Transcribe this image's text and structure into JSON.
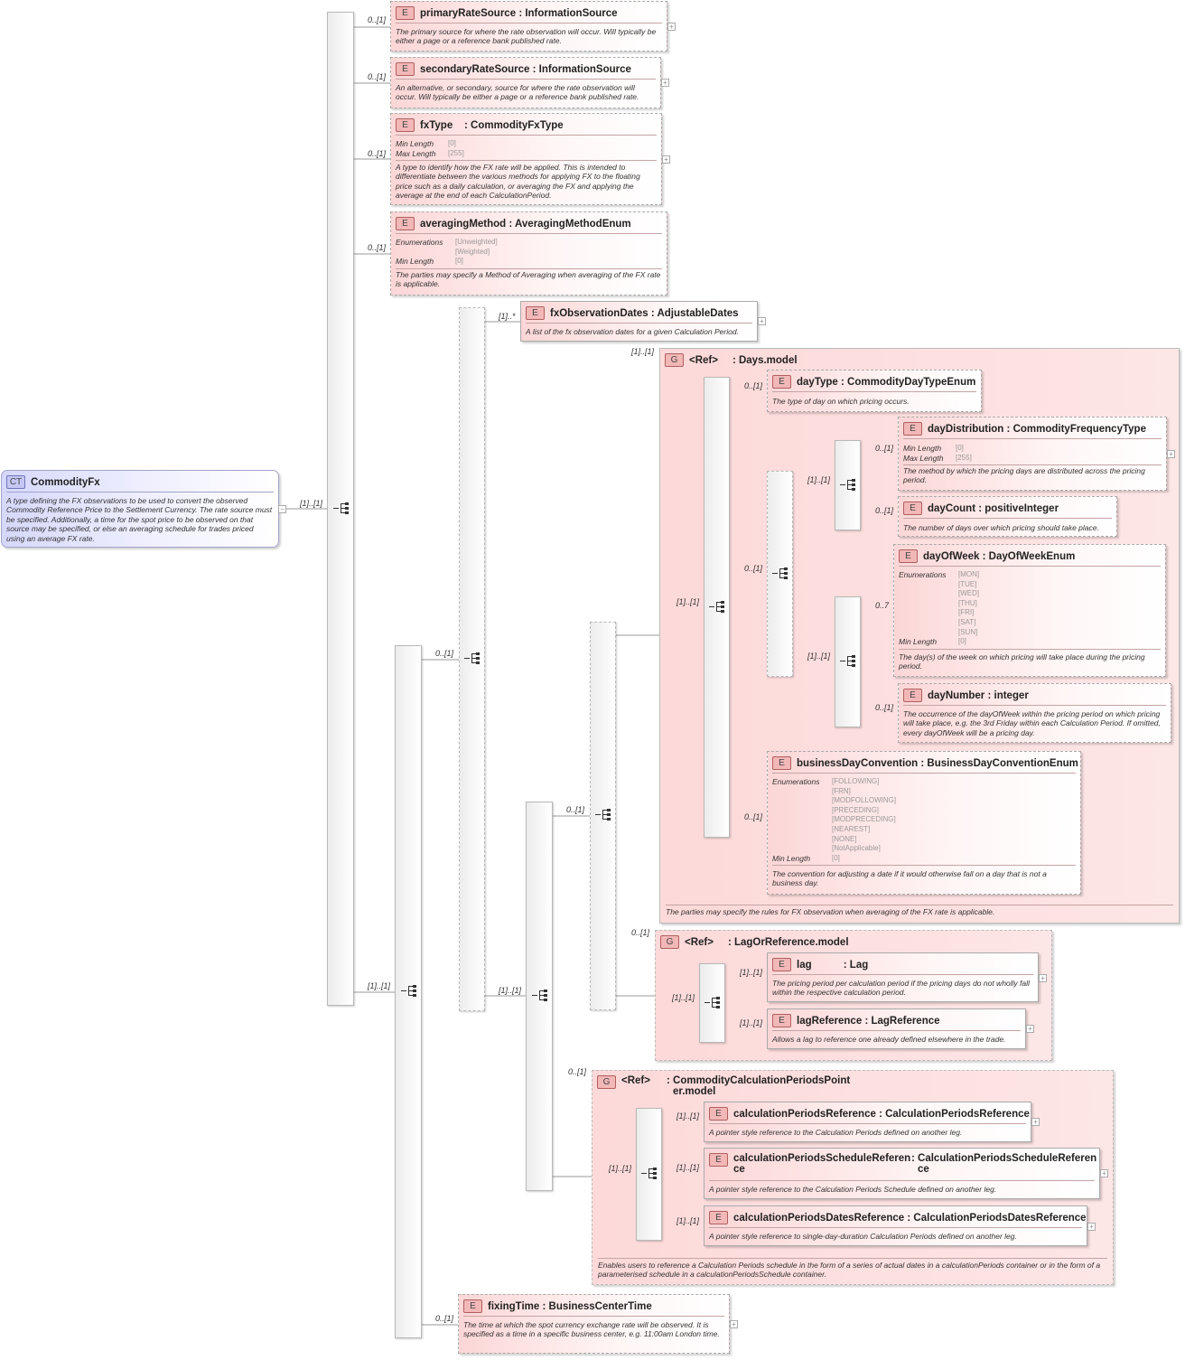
{
  "root": {
    "badge": "CT",
    "name": "CommodityFx",
    "doc": "A type defining the FX observations to be used to convert the observed Commodity Reference Price to the Settlement Currency. The rate source must be specified. Additionally, a time for the spot price to be observed on that source may be specified, or else an averaging schedule for trades priced using an average FX rate.",
    "collapse": "−"
  },
  "facet_labels": {
    "min": "Min Length",
    "max": "Max Length",
    "enum": "Enumerations"
  },
  "elements": {
    "primaryRateSource": {
      "badge": "E",
      "name": "primaryRateSource",
      "type": ": InformationSource",
      "card": "0..[1]",
      "doc": "The primary source for where the rate observation will occur. Will typically be either a page or a reference bank published rate."
    },
    "secondaryRateSource": {
      "badge": "E",
      "name": "secondaryRateSource",
      "type": ": InformationSource",
      "card": "0..[1]",
      "doc": "An alternative, or secondary, source for where the rate observation will occur. Will typically be either a page or a reference bank published rate."
    },
    "fxType": {
      "badge": "E",
      "name": "fxType",
      "type": ": CommodityFxType",
      "card": "0..[1]",
      "min": "[0]",
      "max": "[255]",
      "doc": "A type to identify how the FX rate will be applied. This is intended to differentiate between the various methods for applying FX to the floating price such as a daily calculation, or averaging the FX and applying the average at the end of each CalculationPeriod."
    },
    "averagingMethod": {
      "badge": "E",
      "name": "averagingMethod",
      "type": ": AveragingMethodEnum",
      "card": "0..[1]",
      "enums": [
        "[Unweighted]",
        "[Weighted]"
      ],
      "min": "[0]",
      "doc": "The parties may specify a Method of Averaging when averaging of the FX rate is applicable."
    },
    "fxObservationDates": {
      "badge": "E",
      "name": "fxObservationDates",
      "type": ": AdjustableDates",
      "card": "[1]..*",
      "doc": "A list of the fx observation dates for a given Calculation Period."
    },
    "dayType": {
      "badge": "E",
      "name": "dayType",
      "type": ": CommodityDayTypeEnum",
      "card": "0..[1]",
      "doc": "The type of day on which pricing occurs."
    },
    "dayDistribution": {
      "badge": "E",
      "name": "dayDistribution",
      "type": ": CommodityFrequencyType",
      "card": "0..[1]",
      "min": "[0]",
      "max": "[255]",
      "doc": "The method by which the pricing days are distributed across the pricing period."
    },
    "dayCount": {
      "badge": "E",
      "name": "dayCount",
      "type": ": positiveInteger",
      "card": "0..[1]",
      "doc": "The number of days over which pricing should take place."
    },
    "dayOfWeek": {
      "badge": "E",
      "name": "dayOfWeek",
      "type": ": DayOfWeekEnum",
      "card": "0..7",
      "enums": [
        "[MON]",
        "[TUE]",
        "[WED]",
        "[THU]",
        "[FRI]",
        "[SAT]",
        "[SUN]"
      ],
      "min": "[0]",
      "doc": "The day(s) of the week on which pricing will take place during the pricing period."
    },
    "dayNumber": {
      "badge": "E",
      "name": "dayNumber",
      "type": ": integer",
      "card": "0..[1]",
      "doc": "The occurrence of the dayOfWeek within the pricing period on which pricing will take place, e.g. the 3rd Friday within each Calculation Period. If omitted, every dayOfWeek will be a pricing day."
    },
    "businessDayConvention": {
      "badge": "E",
      "name": "businessDayConvention",
      "type": ": BusinessDayConventionEnum",
      "card": "0..[1]",
      "enums": [
        "[FOLLOWING]",
        "[FRN]",
        "[MODFOLLOWING]",
        "[PRECEDING]",
        "[MODPRECEDING]",
        "[NEAREST]",
        "[NONE]",
        "[NotApplicable]"
      ],
      "min": "[0]",
      "doc": "The convention for adjusting a date if it would otherwise fall on a day that is not a business day."
    },
    "lag": {
      "badge": "E",
      "name": "lag",
      "type": ": Lag",
      "card": "[1]..[1]",
      "doc": "The pricing period per calculation period if the pricing days do not wholly fall within the respective calculation period."
    },
    "lagReference": {
      "badge": "E",
      "name": "lagReference",
      "type": ": LagReference",
      "card": "[1]..[1]",
      "doc": "Allows a lag to reference one already defined elsewhere in the trade."
    },
    "calculationPeriodsReference": {
      "badge": "E",
      "name": "calculationPeriodsReference",
      "type": ": CalculationPeriodsReference",
      "card": "[1]..[1]",
      "doc": "A pointer style reference to the Calculation Periods defined on another leg."
    },
    "calculationPeriodsScheduleReference": {
      "badge": "E",
      "name1": "calculationPeriodsScheduleReferen",
      "name2": "ce",
      "type1": ": CalculationPeriodsScheduleReferen",
      "type2": "ce",
      "card": "[1]..[1]",
      "doc": "A pointer style reference to the Calculation Periods Schedule defined on another leg."
    },
    "calculationPeriodsDatesReference": {
      "badge": "E",
      "name": "calculationPeriodsDatesReference",
      "type": ": CalculationPeriodsDatesReference",
      "card": "[1]..[1]",
      "doc": "A pointer style reference to single-day-duration Calculation Periods defined on another leg."
    },
    "fixingTime": {
      "badge": "E",
      "name": "fixingTime",
      "type": ": BusinessCenterTime",
      "card": "0..[1]",
      "doc": "The time at which the spot currency exchange rate will be observed. It is specified as a time in a specific business center, e.g. 11:00am London time."
    }
  },
  "groups": {
    "daysModel": {
      "badge": "G",
      "ref": "<Ref>",
      "type": ": Days.model",
      "card": "[1]..[1]",
      "doc": "The parties may specify the rules for FX observation when averaging of the FX rate is applicable."
    },
    "lagModel": {
      "badge": "G",
      "ref": "<Ref>",
      "type": ": LagOrReference.model",
      "card": "0..[1]"
    },
    "calcModel": {
      "badge": "G",
      "ref": "<Ref>",
      "type1": ": CommodityCalculationPeriodsPoint",
      "type2": "er.model",
      "card": "0..[1]",
      "doc": "Enables users to reference a Calculation Periods schedule in the form of a series of actual dates in a calculationPeriods container or in the form of a parameterised schedule in a calculationPeriodsSchedule container."
    }
  },
  "sequence_cards": {
    "root_seq": "[1]..[1]",
    "outer_second": "[1]..[1]",
    "choice_a": "0..[1]",
    "seq_b": "[1]..[1]",
    "seq_c": "0..[1]",
    "days_seq": "[1]..[1]",
    "days_choice": "0..[1]",
    "days_seq1": "[1]..[1]",
    "days_seq2": "[1]..[1]",
    "lag_choice": "[1]..[1]",
    "calc_choice": "[1]..[1]"
  }
}
